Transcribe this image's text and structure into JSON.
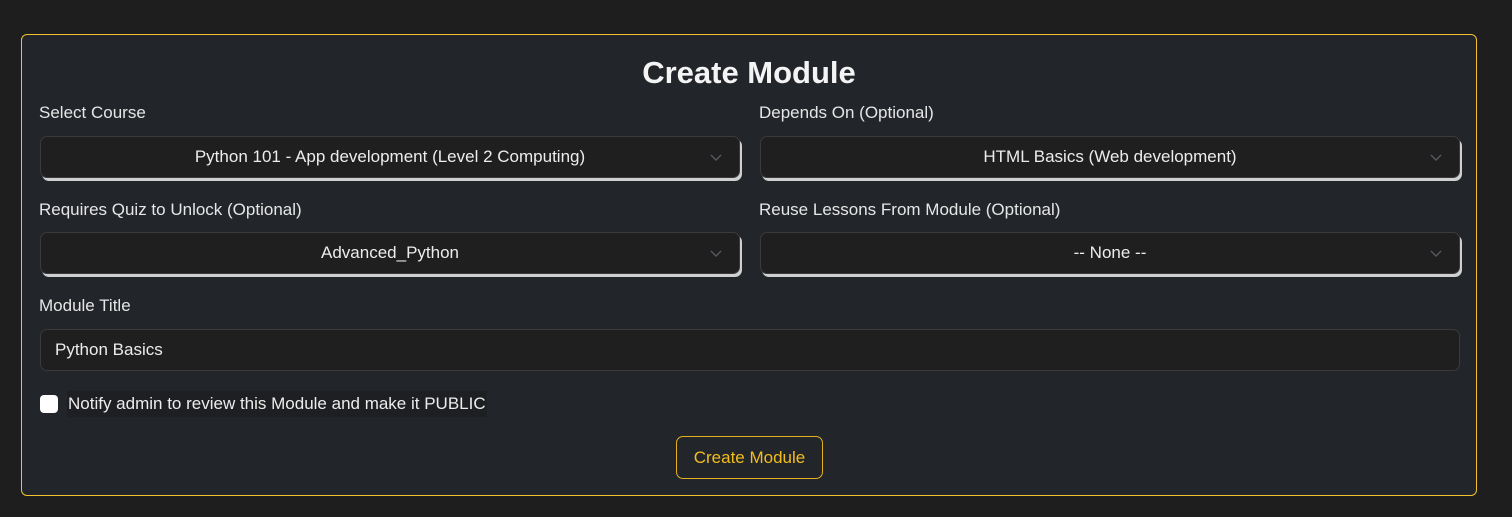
{
  "form": {
    "title": "Create Module",
    "select_course": {
      "label": "Select Course",
      "value": "Python 101 - App development (Level 2 Computing)"
    },
    "depends_on": {
      "label": "Depends On (Optional)",
      "value": "HTML Basics (Web development)"
    },
    "requires_quiz": {
      "label": "Requires Quiz to Unlock (Optional)",
      "value": "Advanced_Python"
    },
    "reuse_lessons": {
      "label": "Reuse Lessons From Module (Optional)",
      "value": "-- None --"
    },
    "module_title": {
      "label": "Module Title",
      "value": "Python Basics"
    },
    "notify_admin": {
      "label": "Notify admin to review this Module and make it PUBLIC",
      "checked": false
    },
    "submit_label": "Create Module"
  },
  "colors": {
    "accent": "#f2c230",
    "card_bg": "#22252a",
    "page_bg": "#1e1e1e",
    "input_bg": "#1f1f1f"
  },
  "icons": {
    "select_chevron": "chevron-down-icon"
  }
}
